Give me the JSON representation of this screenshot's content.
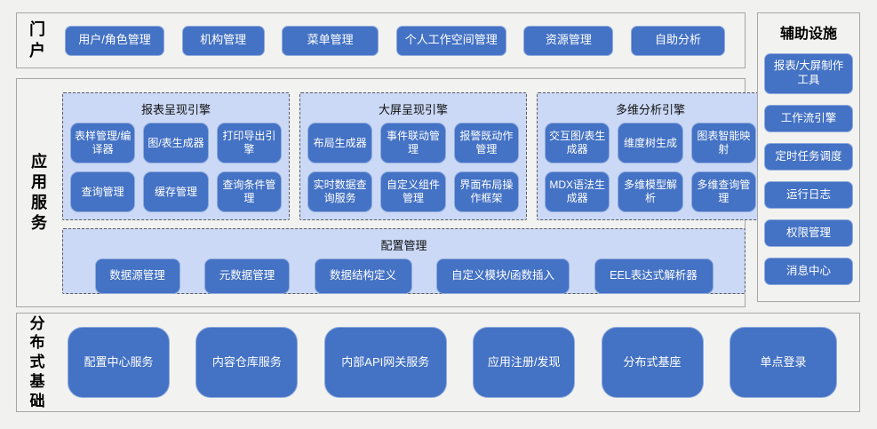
{
  "colors": {
    "page_background": "#f1f1ef",
    "section_border": "#a6a6a6",
    "panel_background": "#cbd9f6",
    "panel_dashed_border": "#595959",
    "shape_fill": "#4472c4",
    "shape_border": "#8faadc",
    "shape_text": "#ffffff",
    "label_text": "#000000"
  },
  "portal": {
    "label": "门户",
    "buttons": [
      "用户/角色管理",
      "机构管理",
      "菜单管理",
      "个人工作空间管理",
      "资源管理",
      "自助分析"
    ]
  },
  "app_services": {
    "label": "应用服务",
    "engines": [
      {
        "title": "报表呈现引擎",
        "buttons": [
          "表样管理/编译器",
          "图/表生成器",
          "打印导出引擎",
          "查询管理",
          "缓存管理",
          "查询条件管理"
        ]
      },
      {
        "title": "大屏呈现引擎",
        "buttons": [
          "布局生成器",
          "事件联动管理",
          "报警既动作管理",
          "实时数据查询服务",
          "自定义组件管理",
          "界面布局操作框架"
        ]
      },
      {
        "title": "多维分析引擎",
        "buttons": [
          "交互图/表生成器",
          "维度树生成",
          "图表智能映射",
          "MDX语法生成器",
          "多维模型解析",
          "多维查询管理"
        ]
      }
    ],
    "config": {
      "title": "配置管理",
      "buttons": [
        "数据源管理",
        "元数据管理",
        "数据结构定义",
        "自定义模块/函数插入",
        "EEL表达式解析器"
      ]
    }
  },
  "distributed": {
    "label": "分布式基础",
    "buttons": [
      "配置中心服务",
      "内容仓库服务",
      "内部API网关服务",
      "应用注册/发现",
      "分布式基座",
      "单点登录"
    ]
  },
  "auxiliary": {
    "title": "辅助设施",
    "buttons": [
      "报表/大屏制作工具",
      "工作流引擎",
      "定时任务调度",
      "运行日志",
      "权限管理",
      "消息中心"
    ]
  }
}
